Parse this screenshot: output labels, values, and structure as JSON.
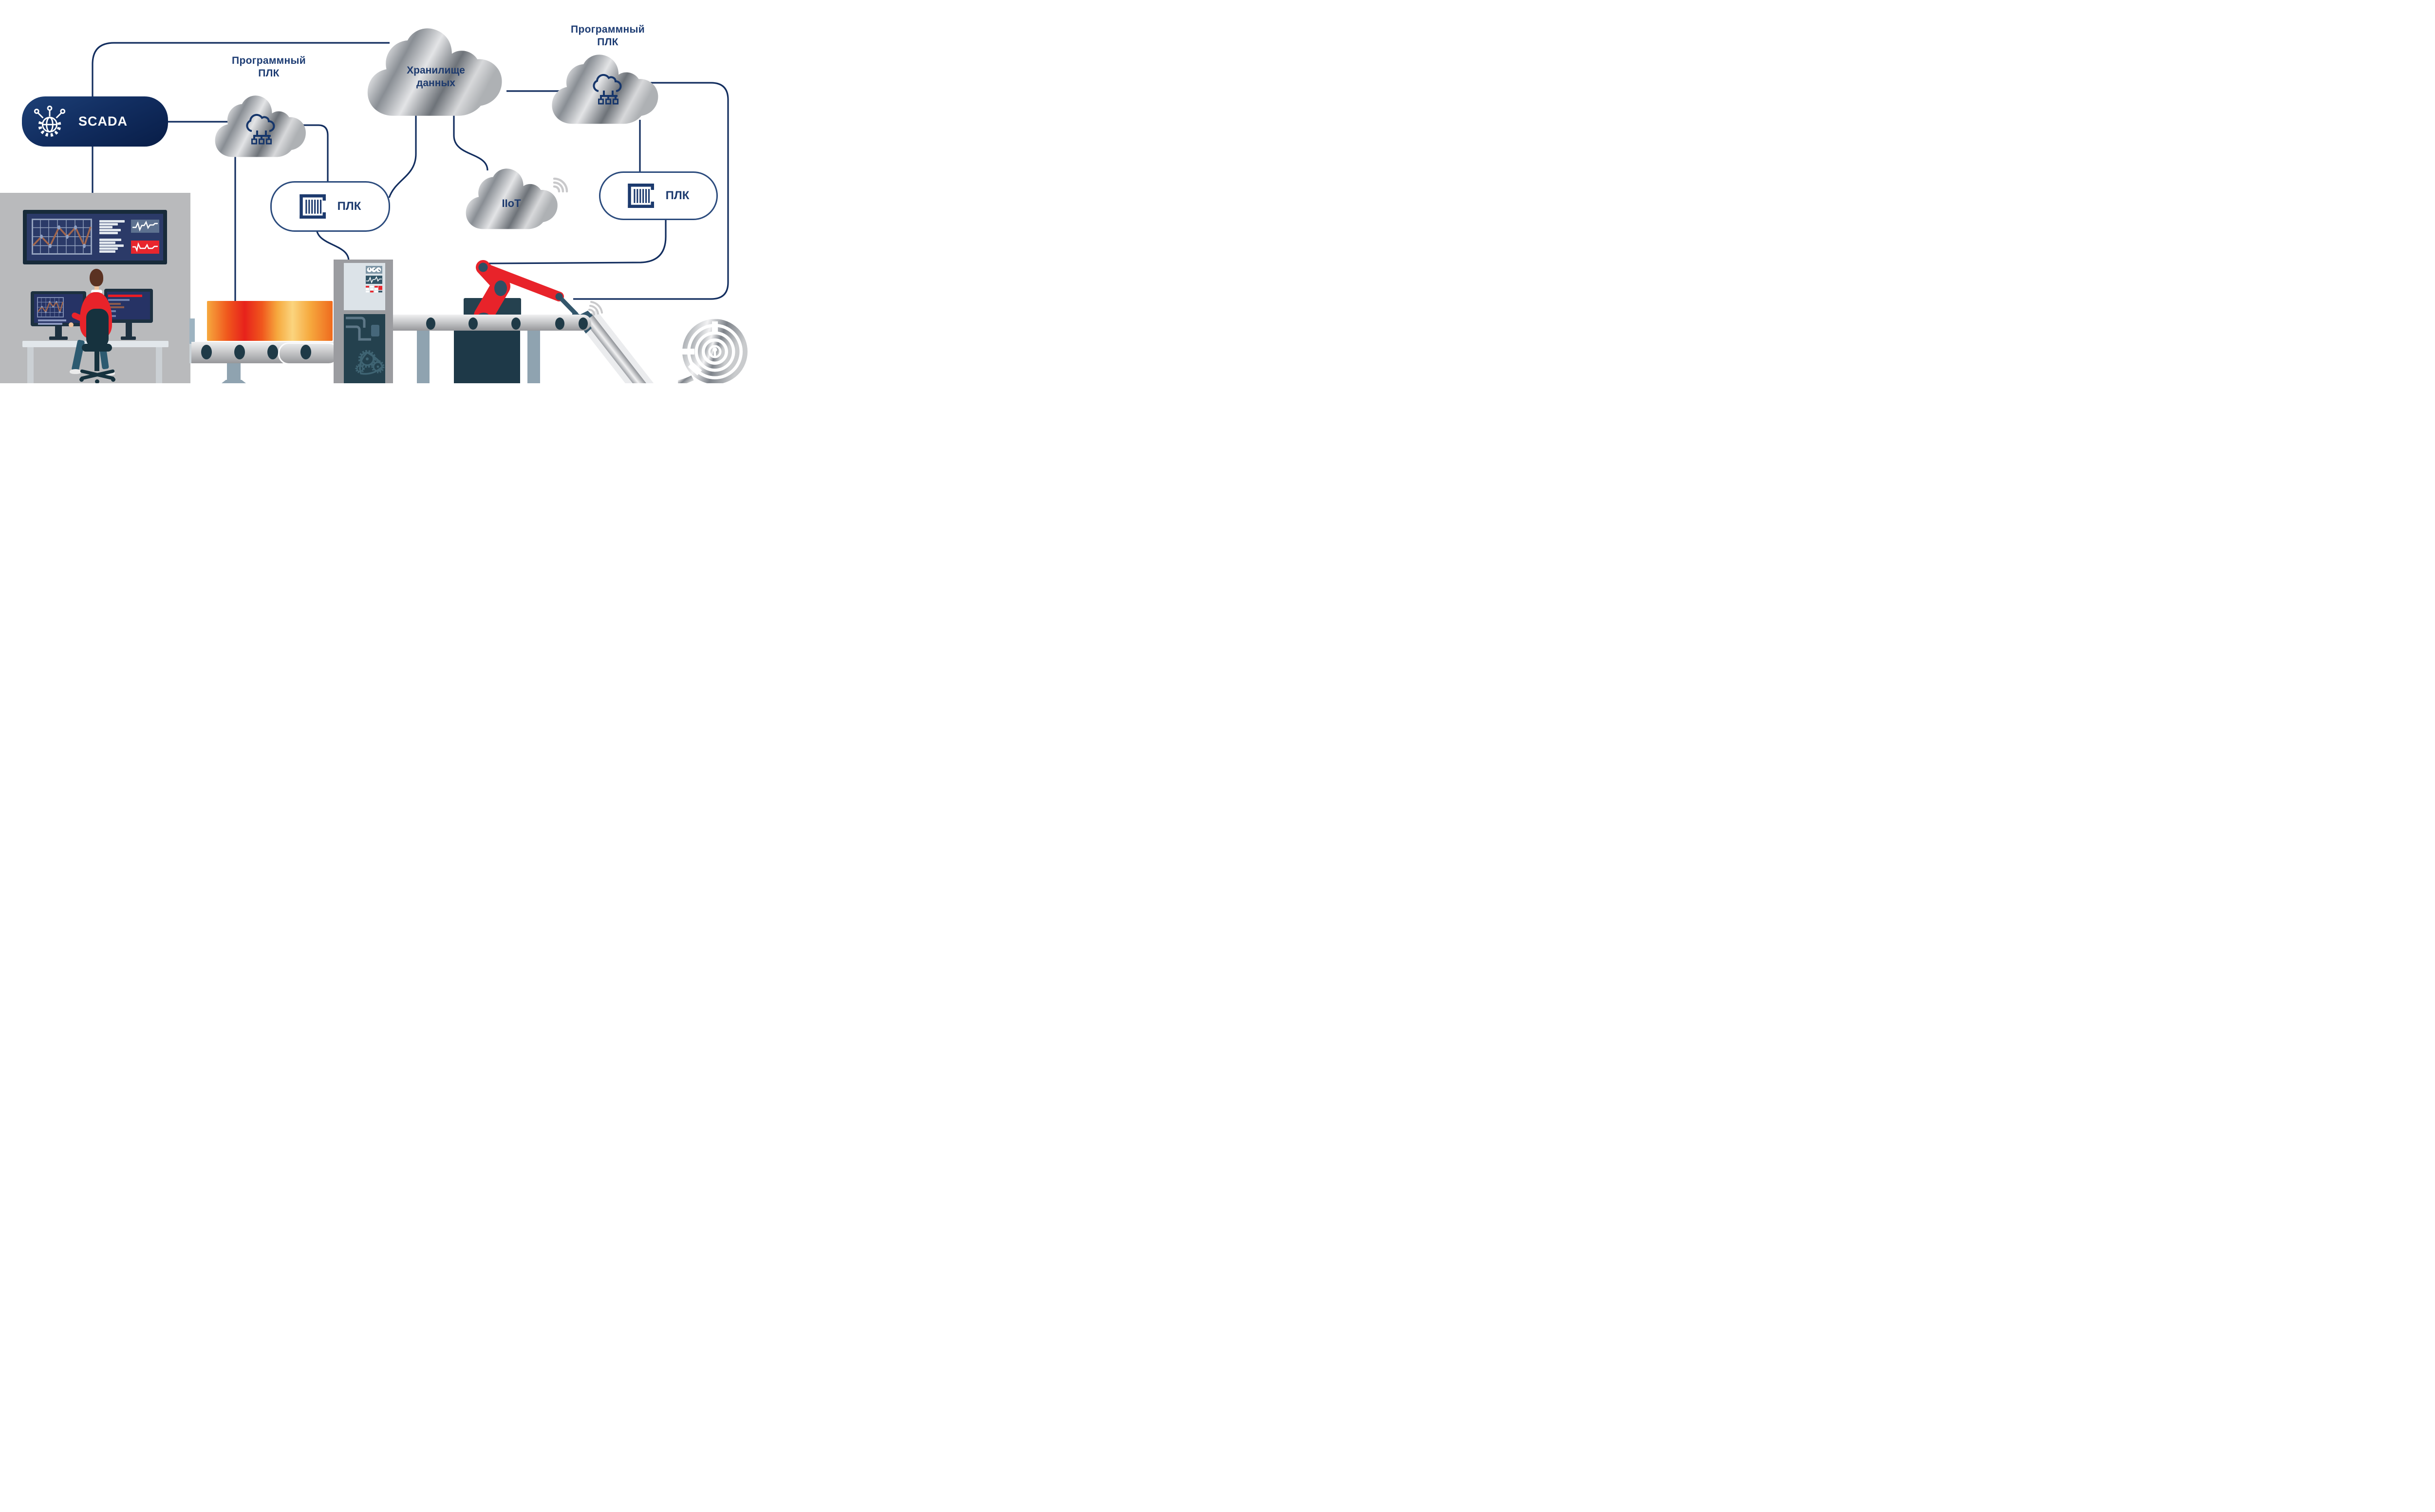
{
  "diagram": {
    "nodes": [
      {
        "id": "scada",
        "type": "pill-solid",
        "label": "SCADA",
        "icon": "scada-gear-globe-icon"
      },
      {
        "id": "soft-plc-left",
        "type": "cloud",
        "label_line1": "Программный",
        "label_line2": "ПЛК",
        "icon": "cloud-network-icon"
      },
      {
        "id": "data-storage",
        "type": "cloud",
        "label_line1": "Хранилище",
        "label_line2": "данных"
      },
      {
        "id": "plc-left",
        "type": "pill-outline",
        "label": "ПЛК",
        "icon": "plc-rack-icon"
      },
      {
        "id": "iiot",
        "type": "cloud",
        "label": "IIoT",
        "icon": "wifi-icon"
      },
      {
        "id": "soft-plc-right",
        "type": "cloud",
        "label_line1": "Программный",
        "label_line2": "ПЛК",
        "icon": "cloud-network-icon"
      },
      {
        "id": "plc-right",
        "type": "pill-outline",
        "label": "ПЛК",
        "icon": "plc-rack-icon"
      }
    ],
    "edges": [
      {
        "from": "scada",
        "to": "data-storage",
        "route": "up-then-right"
      },
      {
        "from": "scada",
        "to": "soft-plc-left",
        "route": "horizontal"
      },
      {
        "from": "scada",
        "to": "operator-workstation",
        "route": "down"
      },
      {
        "from": "soft-plc-left",
        "to": "plc-left",
        "route": "right-then-down"
      },
      {
        "from": "soft-plc-left",
        "to": "hot-slab-conveyor",
        "route": "down"
      },
      {
        "from": "plc-left",
        "to": "process-machine",
        "route": "down"
      },
      {
        "from": "data-storage",
        "to": "plc-left",
        "route": "down-curve-left"
      },
      {
        "from": "data-storage",
        "to": "iiot",
        "route": "down"
      },
      {
        "from": "data-storage",
        "to": "soft-plc-right",
        "route": "horizontal"
      },
      {
        "from": "soft-plc-right",
        "to": "plc-right",
        "route": "down"
      },
      {
        "from": "soft-plc-right",
        "to": "robot-claw",
        "route": "right-edge-wrap"
      },
      {
        "from": "plc-right",
        "to": "robot-arm-apex",
        "route": "down-then-left"
      }
    ]
  },
  "colors": {
    "connector": "#132e5f",
    "navy_text": "#1d3c73",
    "scada_pill_top": "#1d4076",
    "scada_pill_bottom": "#081d47",
    "red_accent": "#e8232a",
    "icon_navy": "#16366b",
    "wifi_gray": "#c9c9cb",
    "cloud_metal": "silver-gradient"
  },
  "scene": {
    "wall_dashboard": {
      "panels": [
        "line-chart-grid",
        "text-bars-group-1",
        "text-bars-group-2",
        "pulse-panel-blue",
        "pulse-panel-red"
      ]
    },
    "workstation": {
      "monitors": 2,
      "left_monitor": "line-chart-screen",
      "right_monitor": "alert-text-screen",
      "operator": "seated-operator-red-sweater"
    },
    "factory": {
      "conveyor_left": "hot-glowing-slab",
      "machine": "control-cabinet-with-gauges-pulse-gears",
      "robot": "red-robot-arm-with-wifi",
      "conveyor_right": "downhill-belt",
      "coil": "rolled-steel-coil"
    }
  }
}
